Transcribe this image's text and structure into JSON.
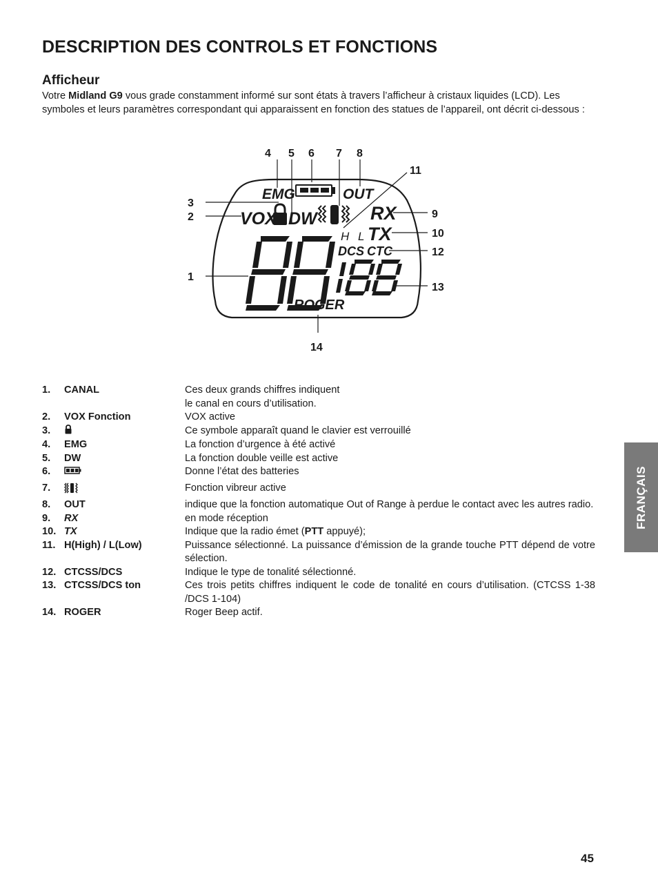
{
  "title": "DESCRIPTION DES CONTROLS ET FONCTIONS",
  "subtitle": "Afficheur",
  "intro": {
    "before": "Votre ",
    "brand": "Midland G9",
    "after": " vous grade constamment informé sur sont états à travers l’afficheur à cristaux liquides (LCD). Les symboles et leurs paramètres correspondant qui apparaissent en fonction des statues de l’appareil, ont décrit ci-dessous :"
  },
  "diagram": {
    "lcd": {
      "emg": "EMG",
      "out": "OUT",
      "vox": "VOX",
      "dw": "DW",
      "rx": "RX",
      "tx": "TX",
      "h": "H",
      "l": "L",
      "dcs": "DCS",
      "ctc": "CTC",
      "roger": "ROGER"
    },
    "callouts": [
      "1",
      "2",
      "3",
      "4",
      "5",
      "6",
      "7",
      "8",
      "9",
      "10",
      "11",
      "12",
      "13",
      "14"
    ]
  },
  "items": [
    {
      "num": "1.",
      "label": "CANAL",
      "desc1": "Ces deux grands chiffres indiquent",
      "desc2": "le canal en cours d’utilisation."
    },
    {
      "num": "2.",
      "label": "VOX Fonction",
      "desc": "VOX active"
    },
    {
      "num": "3.",
      "icon": "lock-icon",
      "desc": "Ce symbole apparaît quand le clavier est verrouillé"
    },
    {
      "num": "4.",
      "label": "EMG",
      "desc": "La fonction d’urgence à été activé"
    },
    {
      "num": "5.",
      "label": "DW",
      "desc": "La fonction double veille est active"
    },
    {
      "num": "6.",
      "icon": "battery-icon",
      "desc": "Donne l’état des batteries"
    },
    {
      "num": "7.",
      "icon": "vibrate-icon",
      "desc": "Fonction vibreur active"
    },
    {
      "num": "8.",
      "label": "OUT",
      "desc": "indique que la fonction automatique Out of Range à perdue le contact avec les autres radio."
    },
    {
      "num": "9.",
      "label": "RX",
      "desc": "en mode réception"
    },
    {
      "num": "10.",
      "label": "TX",
      "desc_before": "Indique que la radio émet (",
      "desc_bold": "PTT",
      "desc_after": " appuyé);"
    },
    {
      "num": "11.",
      "label": "H(High) / L(Low)",
      "desc": "Puissance sélectionné. La puissance d’émission de la grande touche PTT dépend de votre sélection."
    },
    {
      "num": "12.",
      "label": "CTCSS/DCS",
      "desc": "Indique le type de tonalité sélectionné."
    },
    {
      "num": "13.",
      "label": "CTCSS/DCS ton",
      "desc": "Ces trois petits chiffres indiquent le code de tonalité en cours d’utilisation. (CTCSS 1-38 /DCS 1-104)"
    },
    {
      "num": "14.",
      "label": "ROGER",
      "desc": "Roger Beep actif."
    }
  ],
  "side_tab": "FRANÇAIS",
  "page_number": "45"
}
